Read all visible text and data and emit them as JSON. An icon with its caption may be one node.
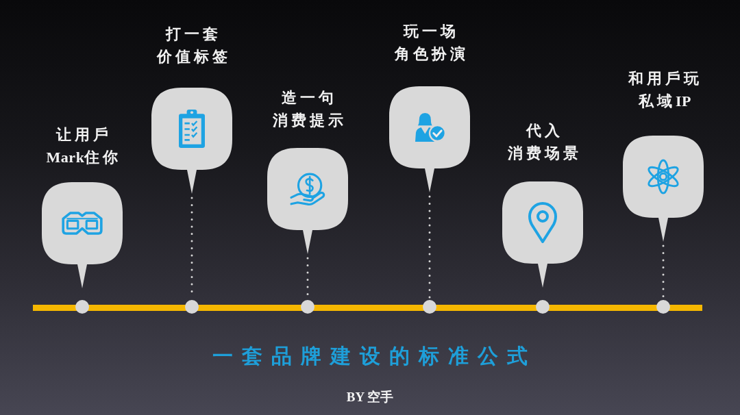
{
  "diagram": {
    "title": "一套品牌建设的标准公式",
    "nodes": [
      {
        "text": [
          "让用戶Mark住你"
        ]
      },
      {
        "text": [
          "打一套价值标签"
        ]
      },
      {
        "text": [
          "造一句消费提示"
        ]
      },
      {
        "text": [
          "玩一场角色扮演"
        ]
      },
      {
        "text": [
          "代入消费场景"
        ]
      },
      {
        "text": [
          "和用戶玩私域IP"
        ]
      },
      {
        "text": [],
        "shape": "circle"
      },
      {
        "text": [],
        "shape": "circle"
      },
      {
        "text": [],
        "shape": "circle"
      },
      {
        "text": [],
        "shape": "circle"
      },
      {
        "text": [],
        "shape": "circle"
      },
      {
        "text": [],
        "shape": "circle"
      }
    ],
    "edges": [
      {
        "from": 1,
        "to": 7,
        "arrow": "none",
        "style": "dashed"
      },
      {
        "from": 2,
        "to": 8,
        "arrow": "none",
        "style": "dashed"
      },
      {
        "from": 3,
        "to": 9,
        "arrow": "none",
        "style": "dashed"
      },
      {
        "from": 5,
        "to": 11,
        "arrow": "none",
        "style": "dashed"
      }
    ],
    "labels": [
      "BY 空手"
    ]
  }
}
